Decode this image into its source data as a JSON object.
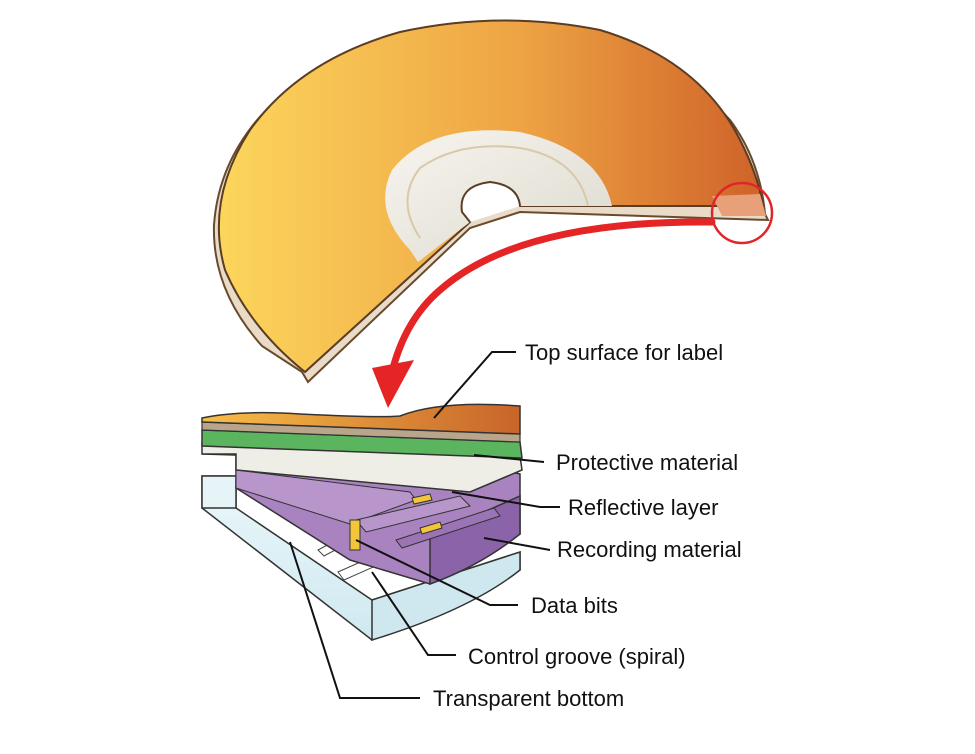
{
  "labels": {
    "top_surface": "Top surface for label",
    "protective": "Protective material",
    "reflective": "Reflective layer",
    "recording": "Recording material",
    "data_bits": "Data bits",
    "control_groove": "Control groove (spiral)",
    "transparent_bottom": "Transparent bottom"
  },
  "colors": {
    "disc_light": "#fbd25a",
    "disc_dark": "#d2692a",
    "label_layer_light": "#f5b743",
    "label_layer_dark": "#c8652a",
    "protective": "#5bb55f",
    "reflective": "#efeee6",
    "recording": "#a883c0",
    "recording_dark": "#8a63a8",
    "data_bits": "#f3c63a",
    "transparent": "#dff1f6",
    "arrow": "#e52525",
    "highlight_circle": "#e0262a"
  }
}
